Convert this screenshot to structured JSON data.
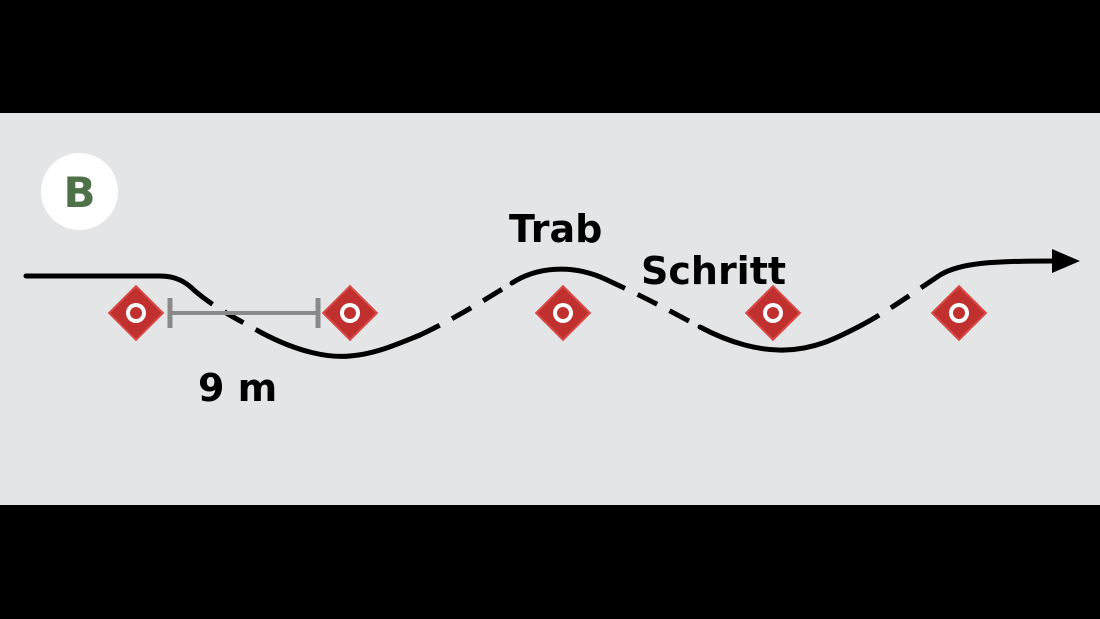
{
  "badge": {
    "letter": "B",
    "color": "#4f7147"
  },
  "labels": {
    "gait_trot": "Trab",
    "gait_walk": "Schritt",
    "distance": "9 m"
  },
  "colors": {
    "background": "#e4e5e7",
    "path": "#000000",
    "marker_fill": "#c0302f",
    "marker_outer": "#d94a46",
    "measure_bar": "#8a8a8a"
  },
  "markers": {
    "count": 5,
    "icon": "diamond-pylon-icon"
  }
}
